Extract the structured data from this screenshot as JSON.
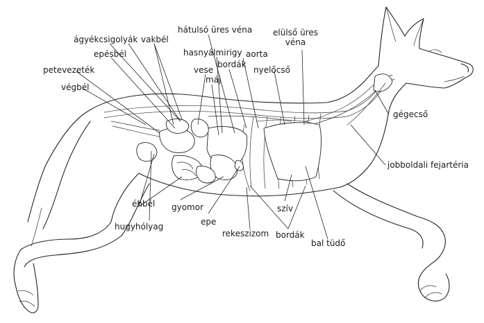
{
  "labels": {
    "agyekcsigolyak": "ágyékcsigolyák",
    "vakbel": "vakbél",
    "hatulso_ures_vena": "hátulsó üres véna",
    "hasnyalmirigy": "hasnyálmirigy",
    "aorta": "aorta",
    "elulso_ures_vena": "elülső üres\nvéna",
    "epesbel": "epésbél",
    "vese": "vese",
    "bordak_top": "bordák",
    "nyelocso": "nyelőcső",
    "petevezetek": "petevezeték",
    "maj": "máj",
    "vegbel": "végbél",
    "gegecso": "gégecső",
    "jobboldali_fejarteria": "jobboldali fejartéria",
    "ehbel": "éhbél",
    "gyomor": "gyomor",
    "epe": "epe",
    "sziv": "szív",
    "hugyholyag": "hugyhólyag",
    "rekeszizom": "rekeszizom",
    "bordak_bottom": "bordák",
    "bal_tudo": "bal tüdő"
  }
}
